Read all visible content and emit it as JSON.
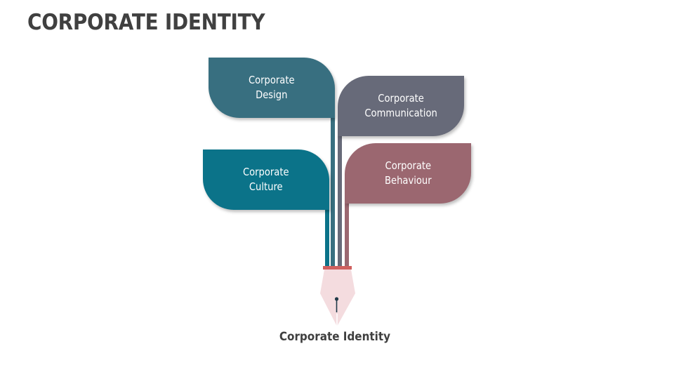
{
  "title": "CORPORATE IDENTITY",
  "diagram": {
    "leaves": [
      {
        "id": "design",
        "lines": [
          "Corporate",
          "Design"
        ],
        "color": "#386f80"
      },
      {
        "id": "communication",
        "lines": [
          "Corporate",
          "Communication"
        ],
        "color": "#676a79"
      },
      {
        "id": "culture",
        "lines": [
          "Corporate",
          "Culture"
        ],
        "color": "#0b7389"
      },
      {
        "id": "behaviour",
        "lines": [
          "Corporate",
          "Behaviour"
        ],
        "color": "#9b6770"
      }
    ],
    "pen": {
      "band_color": "#d0605f",
      "nib_color": "#f4dcdf",
      "icon": "fountain-pen-nib-icon"
    },
    "caption": "Corporate Identity"
  }
}
